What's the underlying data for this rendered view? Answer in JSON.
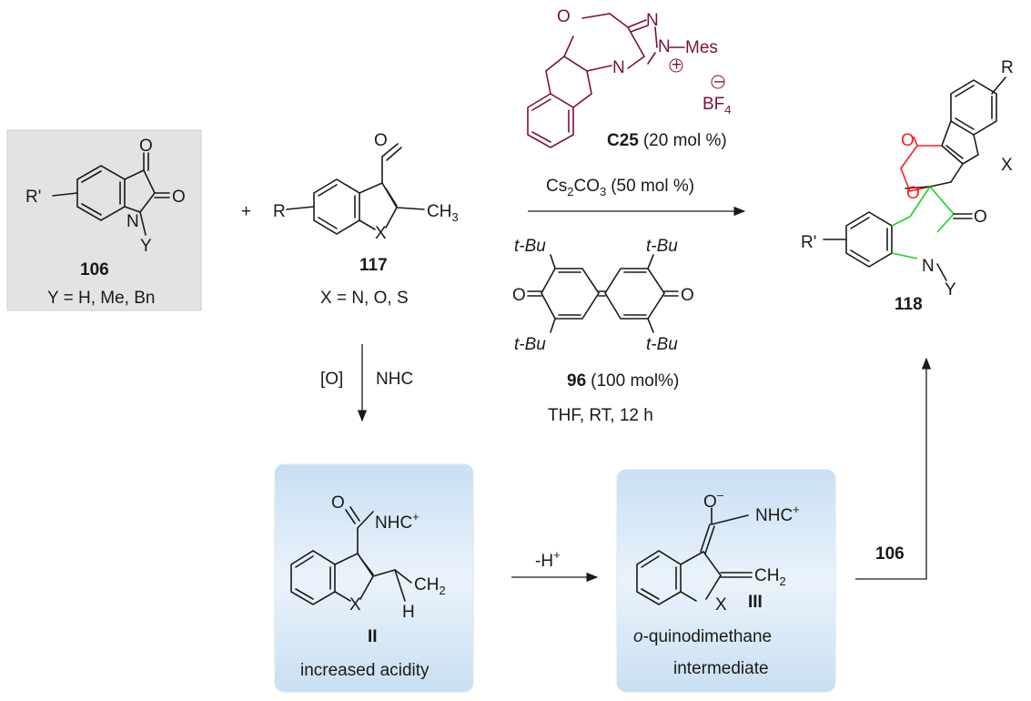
{
  "compounds": {
    "c106": {
      "label": "106",
      "substituent": "R'",
      "n_sub": "Y",
      "carbonyl": "O",
      "note": "Y = H, Me, Bn",
      "n_atom": "N"
    },
    "c117": {
      "label": "117",
      "substituent": "R",
      "methyl": "CH",
      "methyl_sub": "3",
      "hetero": "X",
      "aldehyde_o": "O",
      "note": "X = N, O, S"
    },
    "c118": {
      "label": "118",
      "substituent_top": "R",
      "substituent_left": "R'",
      "hetero": "X",
      "n_sub": "Y",
      "n_atom": "N",
      "o_ring": "O",
      "o_carbonyl": "O",
      "o_lactam": "O"
    },
    "int2": {
      "label": "II",
      "group": "NHC",
      "group_charge": "+",
      "ch": "CH",
      "ch_sub": "2",
      "h": "H",
      "hetero": "X",
      "o": "O",
      "note": "increased acidity"
    },
    "int3": {
      "label": "III",
      "group": "NHC",
      "group_charge": "+",
      "o": "O",
      "o_charge": "–",
      "ch": "CH",
      "ch_sub": "2",
      "hetero": "X",
      "note_italic": "o",
      "note_rest": "-quinodimethane",
      "note2": "intermediate"
    }
  },
  "plus": "+",
  "catalyst": {
    "label": "C25",
    "loading": "(20 mol %)",
    "n1": "N",
    "n2": "N",
    "n3": "N",
    "o": "O",
    "mes": "Mes",
    "plus": "+",
    "minus": "–",
    "counter": "BF",
    "counter_sub": "4"
  },
  "conditions": {
    "base": "Cs",
    "base_sub": "2",
    "base_rest": "CO",
    "base_sub2": "3",
    "base_loading": "(50 mol %)",
    "oxidant_label": "96",
    "oxidant_loading": "(100 mol%)",
    "solvent": "THF, RT, 12 h",
    "tbu": "t-Bu",
    "o": "O"
  },
  "step1": {
    "oxidation": "[O]",
    "nhc": "NHC"
  },
  "step2": {
    "label": "-H",
    "sup": "+"
  },
  "step3": {
    "label": "106"
  },
  "colors": {
    "catalyst": "#7a1040",
    "lactone": "#ff1a1a",
    "spiro_bond": "#19d619",
    "box_grey": "#e3e3e3",
    "box_blue": "#d9e9f7"
  }
}
